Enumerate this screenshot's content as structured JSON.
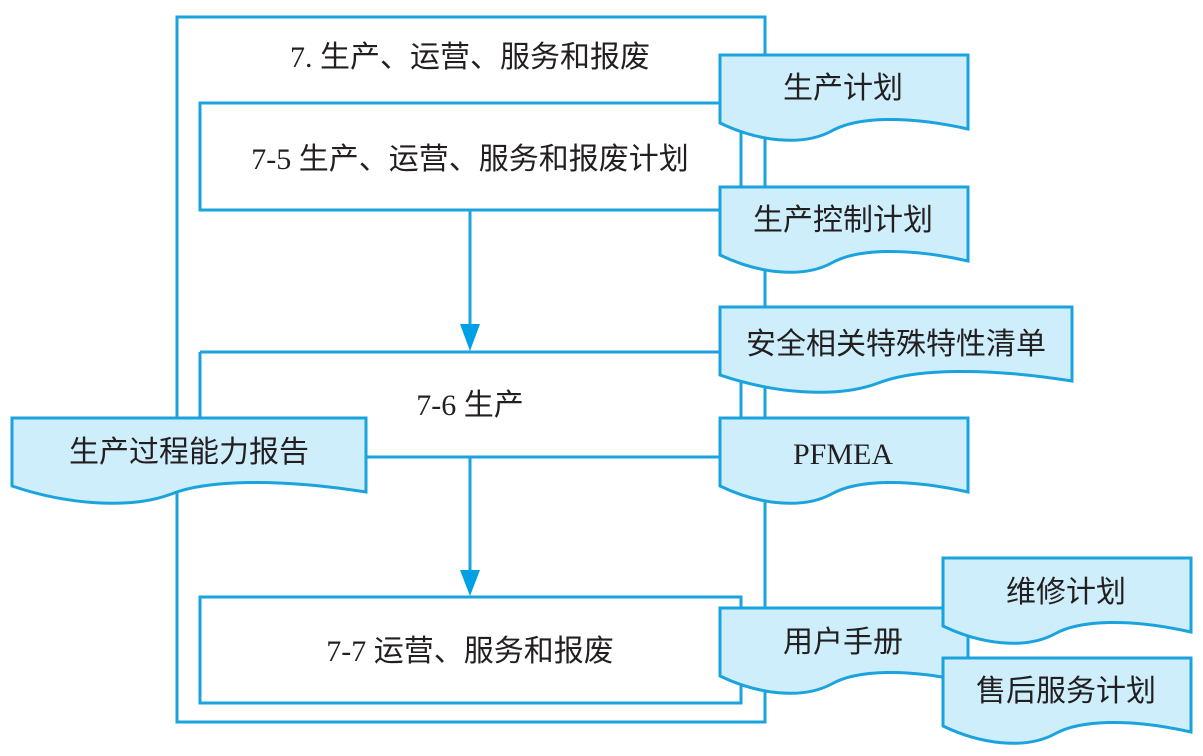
{
  "colors": {
    "stroke": "#1aa3dc",
    "doc_fill": "#cdeefa",
    "text": "#231f20",
    "arrow": "#00a0e4"
  },
  "process": {
    "outer_title": "7. 生产、运营、服务和报废",
    "step_7_5": "7-5 生产、运营、服务和报废计划",
    "step_7_6": "7-6 生产",
    "step_7_7": "7-7 运营、服务和报废"
  },
  "documents": {
    "production_plan": "生产计划",
    "control_plan": "生产控制计划",
    "safety_characteristics": "安全相关特殊特性清单",
    "pfmea": "PFMEA",
    "capability_report": "生产过程能力报告",
    "user_manual": "用户手册",
    "maintenance_plan": "维修计划",
    "after_sales_plan": "售后服务计划"
  },
  "arrows": [
    {
      "from": "7-5 生产、运营、服务和报废计划",
      "to": "7-6 生产"
    },
    {
      "from": "7-6 生产",
      "to": "7-7 运营、服务和报废"
    }
  ]
}
